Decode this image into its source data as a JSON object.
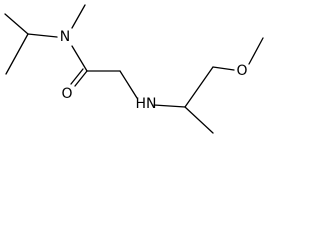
{
  "structure": {
    "atoms": {
      "nitrogen_amide": "N",
      "oxygen_carbonyl": "O",
      "nitrogen_amine": "HN",
      "oxygen_ether": "O"
    }
  }
}
